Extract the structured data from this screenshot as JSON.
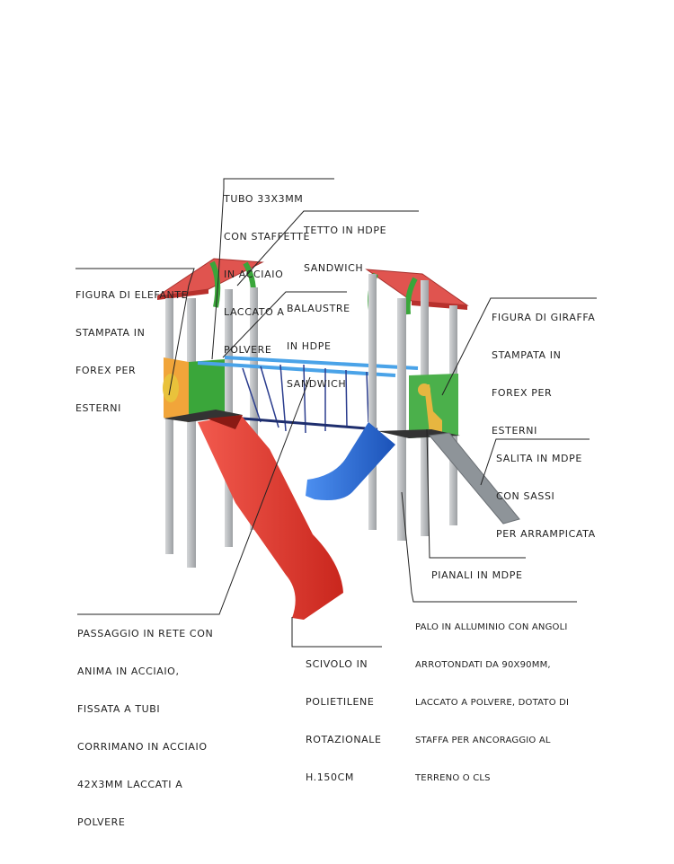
{
  "labels": {
    "tubo": [
      "TUBO 33X3MM",
      "CON STAFFETTE",
      "IN ACCIAIO",
      "LACCATO A",
      "POLVERE"
    ],
    "tetto": [
      "TETTO IN HDPE",
      "SANDWICH"
    ],
    "elefante": [
      "FIGURA DI ELEFANTE",
      "STAMPATA IN",
      "FOREX PER",
      "ESTERNI"
    ],
    "balaustre": [
      "BALAUSTRE",
      "IN HDPE",
      "SANDWICH"
    ],
    "giraffa": [
      "FIGURA DI GIRAFFA",
      "STAMPATA IN",
      "FOREX PER",
      "ESTERNI"
    ],
    "salita": [
      "SALITA IN MDPE",
      "CON SASSI",
      "PER ARRAMPICATA"
    ],
    "pianali": [
      "PIANALI IN MDPE"
    ],
    "palo": [
      "PALO IN ALLUMINIO CON ANGOLI",
      "ARROTONDATI DA 90X90MM,",
      "LACCATO A POLVERE, DOTATO DI",
      "STAFFA PER ANCORAGGIO AL",
      "TERRENO O CLS"
    ],
    "passaggio": [
      "PASSAGGIO IN RETE CON",
      "ANIMA IN ACCIAIO,",
      "FISSATA A TUBI",
      "CORRIMANO IN ACCIAIO",
      "42X3MM LACCATI A",
      "POLVERE"
    ],
    "scivolo": [
      "SCIVOLO IN",
      "POLIETILENE",
      "ROTAZIONALE",
      "H.150CM"
    ]
  },
  "colors": {
    "roof": "#e0544f",
    "panel_green": "#3aa63a",
    "slide_red": "#e8382e",
    "slide_blue": "#2a6fd6",
    "post": "#b9bcbf",
    "rail": "#4aa3e8"
  }
}
